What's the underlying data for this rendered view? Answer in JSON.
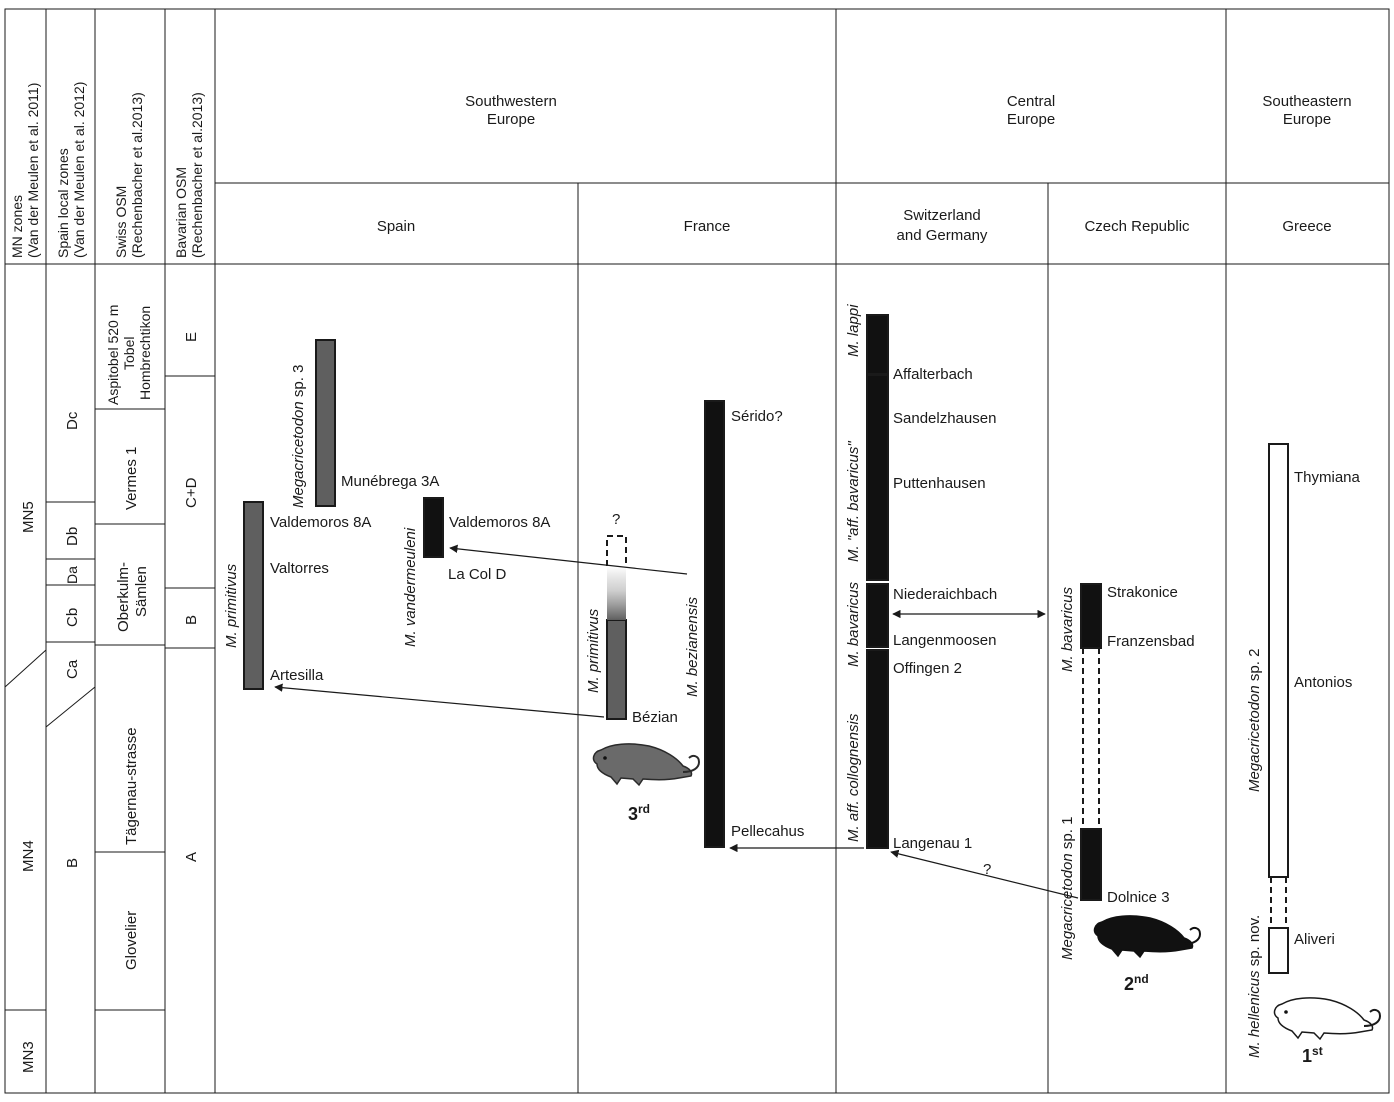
{
  "colors": {
    "dark_bar": "#111111",
    "grey_bar": "#5f5f5f",
    "open_bar": "#ffffff",
    "line": "#1a1a1a"
  },
  "headers": {
    "mn_zones": [
      "MN zones",
      "(Van der Meulen et al. 2011)"
    ],
    "spain_local": [
      "Spain local zones",
      "(Van der Meulen et al. 2012)"
    ],
    "swiss_osm": [
      "Swiss OSM",
      "(Rechenbacher et al.2013)"
    ],
    "bavarian_osm": [
      "Bavarian OSM",
      "(Rechenbacher et al.2013)"
    ],
    "regions": {
      "southwestern": [
        "Southwestern",
        "Europe"
      ],
      "central": [
        "Central",
        "Europe"
      ],
      "southeastern": [
        "Southeastern",
        "Europe"
      ]
    },
    "countries": {
      "spain": "Spain",
      "france": "France",
      "switzerland_germany": [
        "Switzerland",
        "and Germany"
      ],
      "czech": "Czech Republic",
      "greece": "Greece"
    }
  },
  "zones": {
    "mn": [
      "MN5",
      "MN4",
      "MN3"
    ],
    "spain": [
      "Dc",
      "Db",
      "Da",
      "Cb",
      "Ca",
      "B"
    ],
    "swiss": {
      "aspitobel": [
        "Aspitobel 520 m",
        "Tobel",
        "Hombrechtikon"
      ],
      "vermes": "Vermes 1",
      "oberkulm": [
        "Oberkulm-",
        "Sämlen"
      ],
      "tagernau": "Tägernau-strasse",
      "glovelier": "Glovelier"
    },
    "bavarian": [
      "E",
      "C+D",
      "B",
      "A"
    ]
  },
  "taxa": {
    "mega_sp3": {
      "pre": "Megacricetodon",
      "post": " sp. 3"
    },
    "m_primitivus": "M. primitivus",
    "m_vandermeuleni": "M. vandermeuleni",
    "m_bezianensis": "M. bezianensis",
    "m_lappi": "M. lappi",
    "m_aff_bavaricus": "M. \"aff. bavaricus\"",
    "m_bavaricus": "M. bavaricus",
    "m_aff_collognensis": "M. aff. collognensis",
    "mega_sp1": {
      "pre": "Megacricetodon",
      "post": " sp. 1"
    },
    "mega_sp2": {
      "pre": "Megacricetodon",
      "post": " sp. 2"
    },
    "m_hellenicus": {
      "pre": "M. hellenicus",
      "post": " sp. nov."
    }
  },
  "localities": {
    "munebrega": "Munébrega 3A",
    "valdemoros_8a": "Valdemoros 8A",
    "valtorres": "Valtorres",
    "artesilla": "Artesilla",
    "la_col_d": "La Col D",
    "bezian": "Bézian",
    "serido": "Sérido?",
    "pellecahus": "Pellecahus",
    "affalterbach": "Affalterbach",
    "sandelzhausen": "Sandelzhausen",
    "puttenhausen": "Puttenhausen",
    "niederaichbach": "Niederaichbach",
    "langenmoosen": "Langenmoosen",
    "offingen": "Offingen 2",
    "langenau": "Langenau 1",
    "strakonice": "Strakonice",
    "franzensbad": "Franzensbad",
    "dolnice": "Dolnice 3",
    "thymiana": "Thymiana",
    "antonios": "Antonios",
    "aliveri": "Aliveri"
  },
  "marks": {
    "question": "?"
  },
  "dispersals": [
    {
      "num": "1",
      "sup": "st"
    },
    {
      "num": "2",
      "sup": "nd"
    },
    {
      "num": "3",
      "sup": "rd"
    }
  ]
}
